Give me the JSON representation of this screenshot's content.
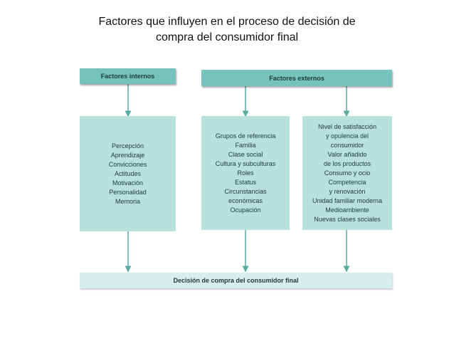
{
  "title": {
    "line1": "Factores que influyen en el proceso de decisión de",
    "line2": "compra del consumidor final"
  },
  "internal": {
    "header": "Factores internos",
    "items": [
      "Percepción",
      "Aprendizaje",
      "Convicciones",
      "Actitudes",
      "Motivación",
      "Personalidad",
      "Memoria"
    ]
  },
  "external": {
    "header": "Factores externos",
    "column1": [
      "Grupos de referencia",
      "Familia",
      "Clase social",
      "Cultura y subculturas",
      "Roles",
      "Estatus",
      "Circunstancias\neconómicas",
      "Ocupación"
    ],
    "column2": [
      "Nivel de satisfacción\ny opulencia del\nconsumidor",
      "Valor añadido\nde los productos",
      "Consumo y ocio",
      "Competencia\ny renovación",
      "Unidad familiar moderna",
      "Medioambiente",
      "Nuevas clases sociales"
    ]
  },
  "decision": {
    "label": "Decisión de compra del consumidor final"
  },
  "colors": {
    "header": "#76c2bc",
    "content": "#b8e0dc",
    "decision": "#d6eeec",
    "arrow": "#5aa9a3"
  }
}
